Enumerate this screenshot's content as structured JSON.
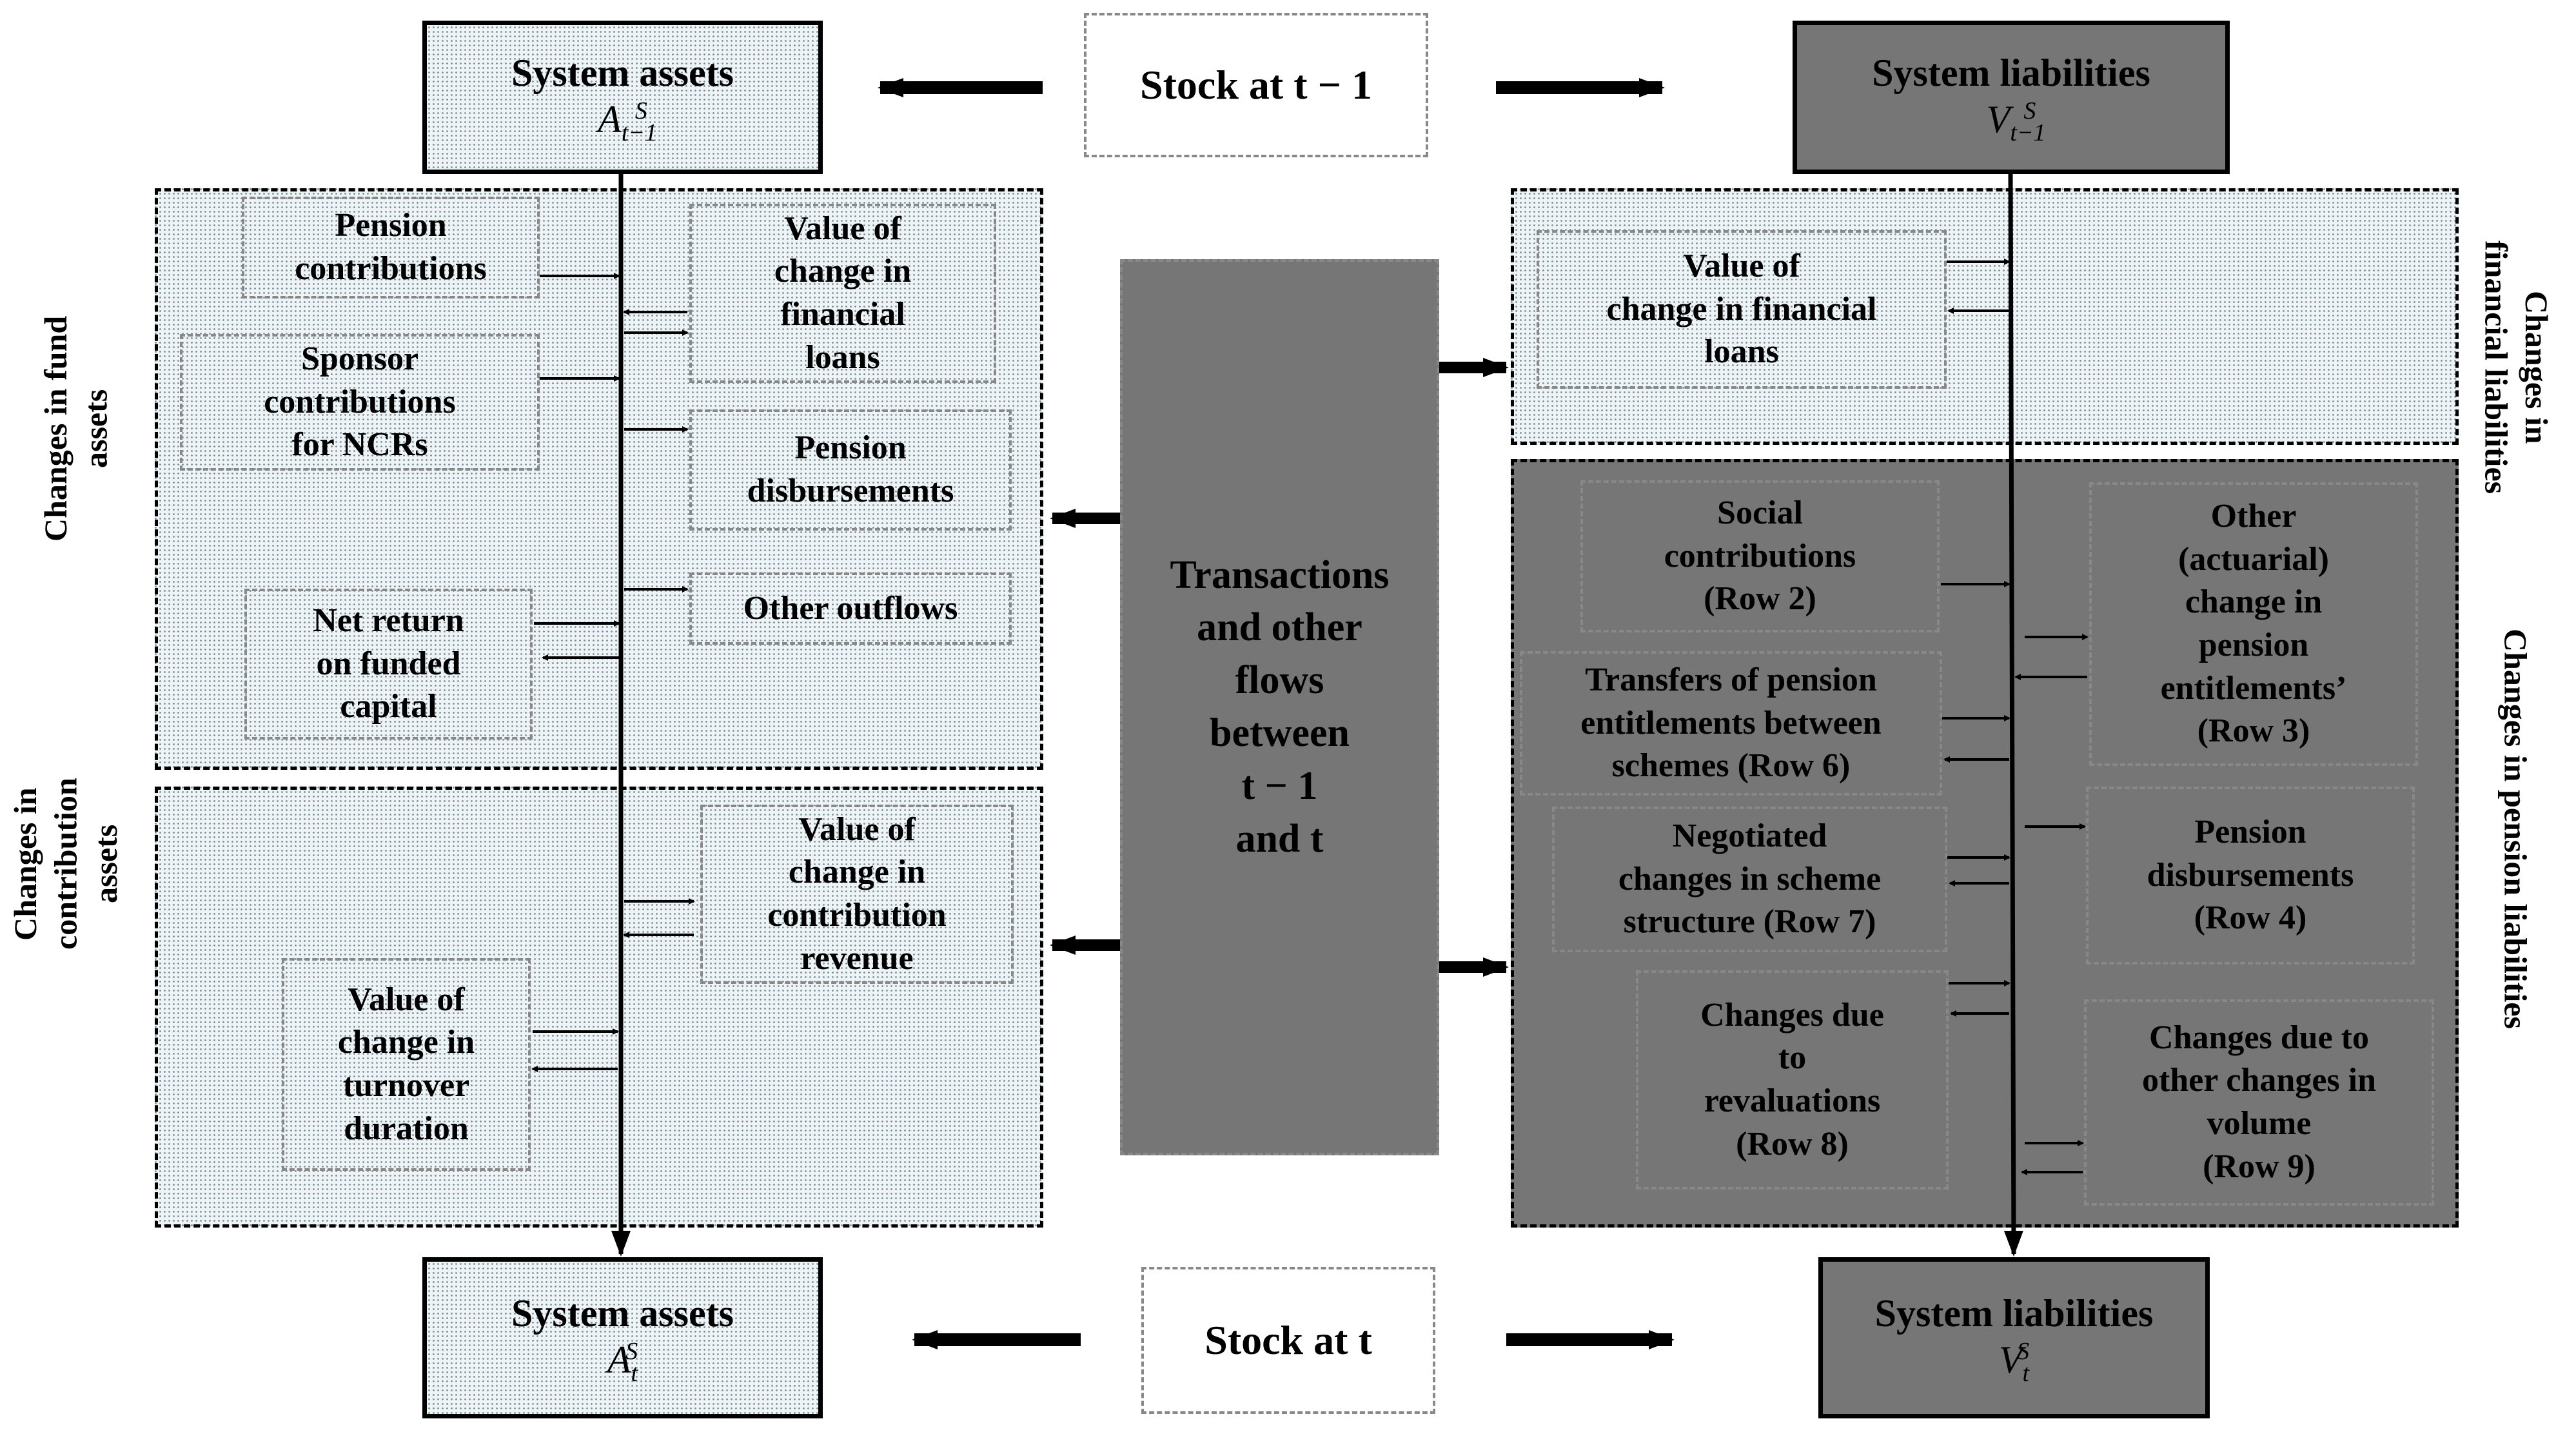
{
  "top": {
    "stock_label": "Stock at t − 1",
    "assets": {
      "title": "System assets",
      "symbol": "A",
      "sup": "S",
      "sub": "t−1"
    },
    "liabilities": {
      "title": "System liabilities",
      "symbol": "V",
      "sup": "S",
      "sub": "t−1"
    }
  },
  "bottom": {
    "stock_label": "Stock at t",
    "assets": {
      "title": "System assets",
      "symbol": "A",
      "sup": "S",
      "sub": "t"
    },
    "liabilities": {
      "title": "System liabilities",
      "symbol": "V",
      "sup": "S",
      "sub": "t"
    }
  },
  "center": {
    "lines": [
      "Transactions",
      "and other",
      "flows",
      "between",
      "t − 1",
      "and t"
    ]
  },
  "side_labels": {
    "fund_assets": [
      "Changes in fund",
      "assets"
    ],
    "contribution_assets": [
      "Changes in",
      "contribution",
      "assets"
    ],
    "financial_liabilities": [
      "Changes in",
      "financial liabilities"
    ],
    "pension_liabilities": "Changes in pension liabilities"
  },
  "fund_assets": {
    "pension_contributions": [
      "Pension",
      "contributions"
    ],
    "sponsor_contributions": [
      "Sponsor",
      "contributions",
      "for NCRs"
    ],
    "net_return": [
      "Net return",
      "on funded",
      "capital"
    ],
    "financial_loans": [
      "Value of",
      "change in",
      "financial",
      "loans"
    ],
    "pension_disbursements": [
      "Pension",
      "disbursements"
    ],
    "other_outflows": "Other outflows"
  },
  "contribution_assets": {
    "contribution_revenue": [
      "Value of",
      "change in",
      "contribution",
      "revenue"
    ],
    "turnover_duration": [
      "Value of",
      "change in",
      "turnover",
      "duration"
    ]
  },
  "financial_liabilities": {
    "financial_loans": [
      "Value of",
      "change in financial",
      "loans"
    ]
  },
  "pension_liabilities": {
    "social_contributions": [
      "Social",
      "contributions",
      "(Row 2)"
    ],
    "transfers": [
      "Transfers of pension",
      "entitlements between",
      "schemes (Row 6)"
    ],
    "negotiated": [
      "Negotiated",
      "changes in scheme",
      "structure (Row 7)"
    ],
    "revaluations": [
      "Changes due",
      "to",
      "revaluations",
      "(Row 8)"
    ],
    "actuarial": [
      "Other",
      "(actuarial)",
      "change in",
      "pension",
      "entitlements’",
      "(Row 3)"
    ],
    "disbursements": [
      "Pension",
      "disbursements",
      "(Row 4)"
    ],
    "other_volume": [
      "Changes due to",
      "other changes in",
      "volume",
      "(Row 9)"
    ]
  }
}
